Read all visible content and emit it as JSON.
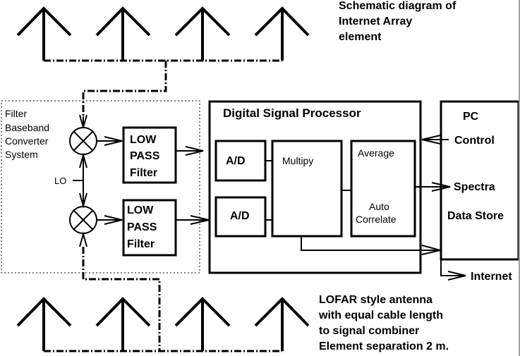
{
  "title": {
    "lines": [
      "Schematic diagram of",
      "Internet Array",
      "element"
    ]
  },
  "filter_system": {
    "label_lines": [
      "Filter",
      "Baseband",
      "Converter",
      "System"
    ],
    "lo_label": "LO",
    "low_pass_filters": [
      {
        "lines": [
          "LOW",
          "PASS",
          "Filter"
        ]
      },
      {
        "lines": [
          "LOW",
          "PASS",
          "Filter"
        ]
      }
    ]
  },
  "dsp": {
    "title": "Digital Signal Processor",
    "ad_converters": [
      {
        "label": "A/D"
      },
      {
        "label": "A/D"
      }
    ],
    "multiply_label": "Multipy",
    "average_label": "Average",
    "autocorrelate_lines": [
      "Auto",
      "Correlate"
    ]
  },
  "pc": {
    "title": "PC",
    "control_label": "Control",
    "spectra_label": "Spectra",
    "data_store_label": "Data Store",
    "internet_label": "Internet"
  },
  "antenna_note": {
    "lines": [
      "LOFAR style antenna",
      "with equal cable length",
      "to signal combiner",
      "Element separation 2 m."
    ]
  },
  "antennas": {
    "top_count": 4,
    "bottom_count": 4
  }
}
